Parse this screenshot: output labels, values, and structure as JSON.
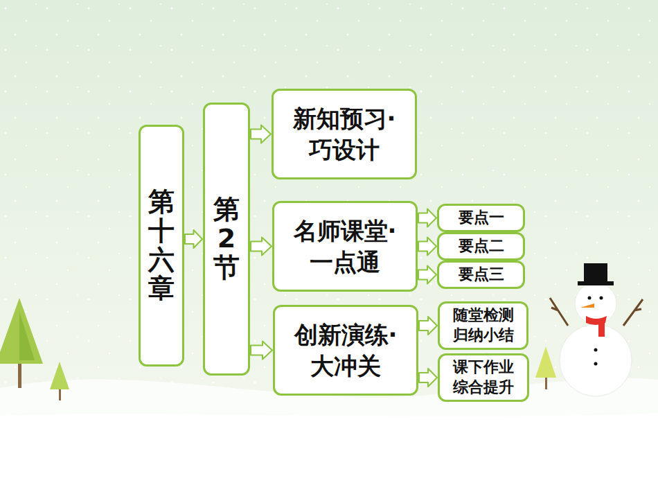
{
  "diagram": {
    "nodes": [
      {
        "text": [
          "第十六章"
        ]
      },
      {
        "text": [
          "第2节"
        ]
      },
      {
        "text": [
          "新知预习· 巧设计"
        ]
      },
      {
        "text": [
          "名师课堂· 一点通"
        ]
      },
      {
        "text": [
          "要点一"
        ]
      },
      {
        "text": [
          "要点二"
        ]
      },
      {
        "text": [
          "要点三"
        ]
      },
      {
        "text": [
          "创新演练· 大冲关"
        ]
      },
      {
        "text": [
          "随堂检测 归纳小结"
        ]
      },
      {
        "text": [
          "课下作业 综合提升"
        ]
      }
    ],
    "edges": [
      {
        "from": 0,
        "to": 1,
        "arrow": "to"
      },
      {
        "from": 1,
        "to": 2,
        "arrow": "to"
      },
      {
        "from": 1,
        "to": 3,
        "arrow": "to"
      },
      {
        "from": 1,
        "to": 7,
        "arrow": "to"
      },
      {
        "from": 3,
        "to": 4,
        "arrow": "to"
      },
      {
        "from": 3,
        "to": 5,
        "arrow": "to"
      },
      {
        "from": 3,
        "to": 6,
        "arrow": "to"
      },
      {
        "from": 7,
        "to": 8,
        "arrow": "to"
      },
      {
        "from": 7,
        "to": 9,
        "arrow": "to"
      }
    ]
  }
}
